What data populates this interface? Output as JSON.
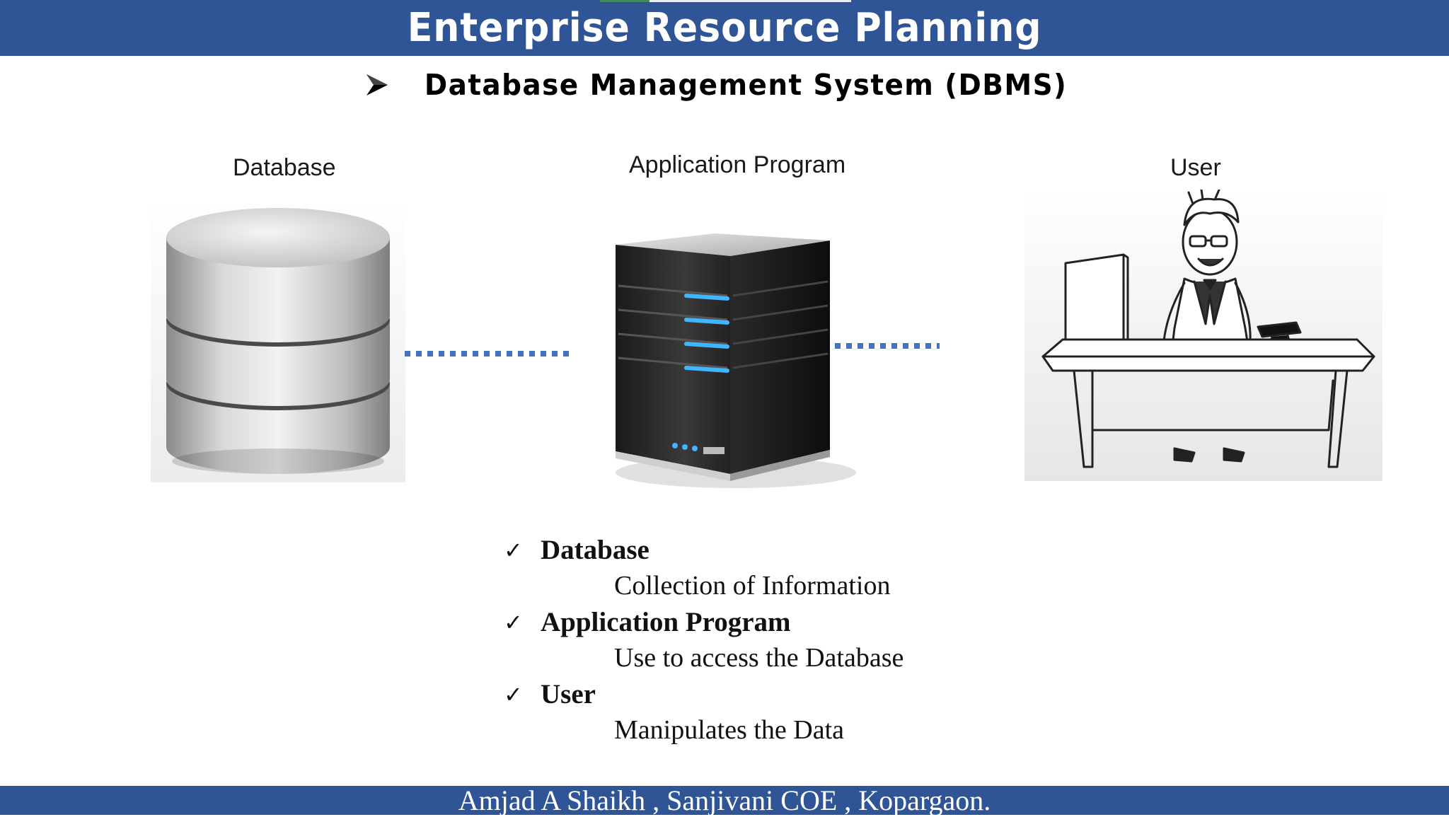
{
  "slide": {
    "title": "Enterprise Resource Planning",
    "subtitle": "Database Management System  (DBMS)",
    "footer": "Amjad A Shaikh , Sanjivani COE , Kopargaon."
  },
  "diagram": {
    "database_label": "Database",
    "application_label": "Application Program",
    "user_label": "User",
    "connector_color": "#4472c4"
  },
  "points": [
    {
      "heading": "Database",
      "description": "Collection of Information"
    },
    {
      "heading": "Application Program",
      "description": "Use to access the Database"
    },
    {
      "heading": "User",
      "description": "Manipulates the Data"
    }
  ],
  "icons": {
    "bullet": "arrowhead-icon",
    "list": "check-icon"
  },
  "colors": {
    "header_bar": "#2f5597",
    "footer_bar": "#2f5597",
    "server_light": "#3fb6ff"
  }
}
